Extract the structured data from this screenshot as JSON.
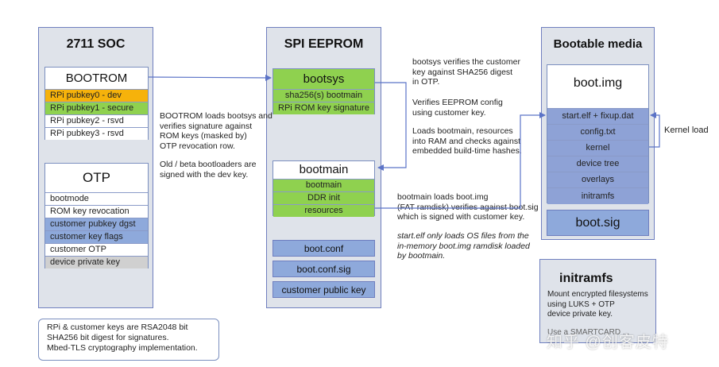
{
  "soc": {
    "title": "2711 SOC",
    "bootrom": {
      "title": "BOOTROM",
      "rows": [
        "RPi pubkey0 - dev",
        "RPi pubkey1 - secure",
        "RPi pubkey2 - rsvd",
        "RPi pubkey3 - rsvd"
      ],
      "colors": [
        "#f6b20b",
        "#8fd14f",
        "#ffffff",
        "#ffffff"
      ]
    },
    "otp": {
      "title": "OTP",
      "rows": [
        "bootmode",
        "ROM key revocation",
        "customer pubkey dgst",
        "customer key flags",
        "customer OTP",
        "device private key"
      ]
    }
  },
  "eeprom": {
    "title": "SPI EEPROM",
    "bootsys": {
      "title": "bootsys",
      "rows": [
        "sha256(s) bootmain",
        "RPi ROM key signature"
      ]
    },
    "bootmain": {
      "title": "bootmain",
      "rows": [
        "bootmain",
        "DDR init",
        "resources"
      ]
    },
    "extras": [
      "boot.conf",
      "boot.conf.sig",
      "customer public key"
    ]
  },
  "media": {
    "title": "Bootable media",
    "bootimg": {
      "title": "boot.img",
      "rows": [
        "start.elf + fixup.dat",
        "config.txt",
        "kernel",
        "device tree",
        "overlays",
        "initramfs"
      ]
    },
    "bootsig": "boot.sig"
  },
  "initramfs": {
    "title": "initramfs",
    "desc": "Mount encrypted filesystems\nusing LUKS + OTP\ndevice private key.",
    "cut": "Use a SMARTCARD ..."
  },
  "notes": {
    "bootrom": "BOOTROM loads bootsys and\nverifies signature against\nROM keys (masked by)\nOTP revocation row.",
    "oldbeta": "Old / beta bootloaders are\nsigned with the dev key.",
    "bootsys1": "bootsys verifies the customer\nkey against SHA256 digest\nin OTP.",
    "bootsys2": "Verifies EEPROM config\nusing customer key.",
    "bootsys3": "Loads bootmain, resources\ninto RAM and checks against\nembedded build-time hashes.",
    "bootmain": "bootmain loads boot.img\n(FAT ramdisk) verifies against boot.sig\nwhich is signed with customer key.",
    "startelf": "start.elf only loads OS files from the\nin-memory boot.img ramdisk loaded\nby bootmain.",
    "kernel_load": "Kernel load"
  },
  "footer": "RPi & customer keys are RSA2048 bit\nSHA256 bit digest for signatures.\nMbed-TLS cryptography implementation.",
  "watermark": "知乎 @创客皮特",
  "colors": {
    "panel": "#dfe3ea",
    "border": "#6f7fbf",
    "blue": "#8ea9db",
    "green": "#8fd14f",
    "orange": "#f6b20b",
    "gray": "#d0d0d0",
    "arrow": "#5b73c7"
  }
}
